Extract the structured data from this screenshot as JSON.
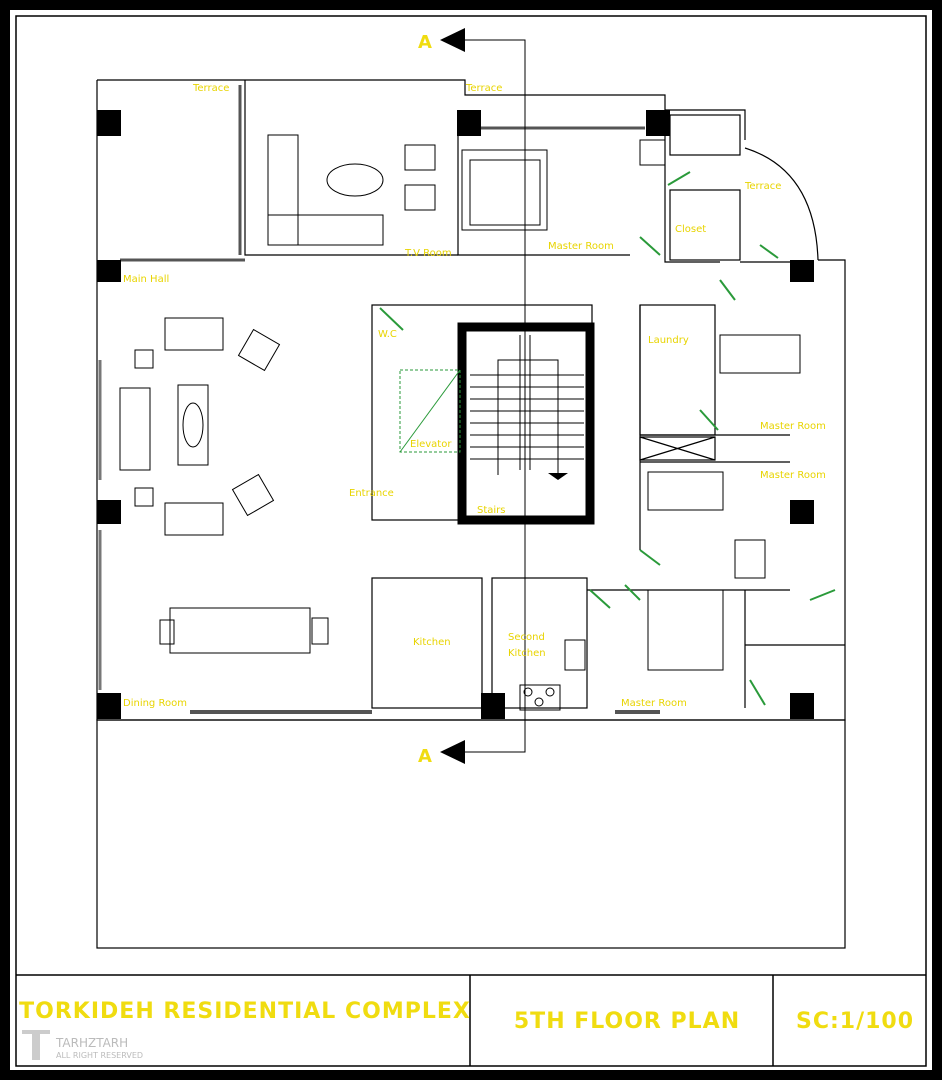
{
  "plan": {
    "section_marker": "A",
    "section_marker_bottom": "A",
    "rooms": {
      "terrace_left": "Terrace",
      "terrace_top": "Terrace",
      "terrace_right": "Terrace",
      "tv_room": "T.V Room",
      "master_room_1": "Master Room",
      "closet": "Closet",
      "main_hall": "Main Hall",
      "wc": "W.C",
      "laundry": "Laundry",
      "master_room_2": "Master Room",
      "master_room_3": "Master Room",
      "elevator": "Elevator",
      "entrance": "Entrance",
      "stairs": "Stairs",
      "kitchen": "Kitchen",
      "second_kitchen_1": "Second",
      "second_kitchen_2": "Kitchen",
      "dining_room": "Dining Room",
      "master_room_4": "Master Room"
    }
  },
  "title_block": {
    "project": "TORKIDEH RESIDENTIAL COMPLEX",
    "sheet": "5TH FLOOR PLAN",
    "scale": "SC:1/100",
    "watermark_brand": "TARHZTARH",
    "watermark_rights": "ALL RIGHT RESERVED"
  },
  "colors": {
    "label": "#e8d400",
    "door": "#2a9a3a",
    "frame": "#000000"
  }
}
